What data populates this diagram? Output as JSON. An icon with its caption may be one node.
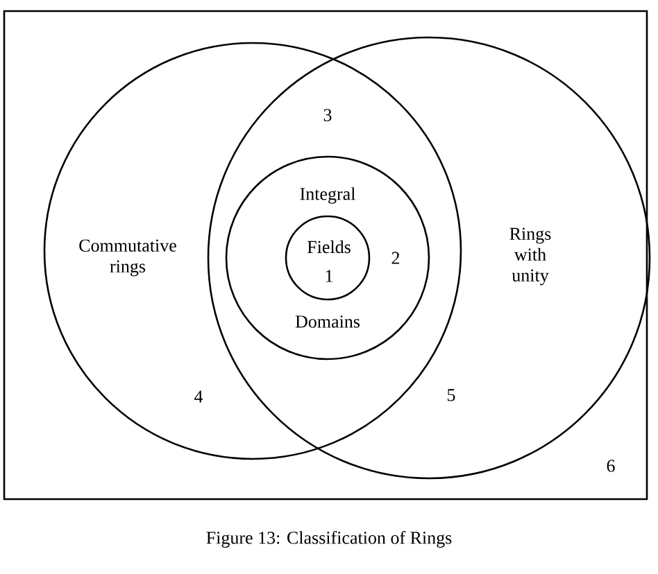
{
  "diagram": {
    "caption": "Figure 13: Classification of Rings",
    "nodes": [
      {
        "text": [
          "6"
        ]
      },
      {
        "text": [
          "Commutative rings",
          "4"
        ],
        "in": 0
      },
      {
        "text": [
          "Rings with unity",
          "5"
        ],
        "in": 0
      },
      {
        "text": [
          "Integral",
          "Domains",
          "2"
        ]
      },
      {
        "text": [
          "Fields",
          "1"
        ],
        "in": 3
      }
    ],
    "labels": [
      "3"
    ]
  }
}
